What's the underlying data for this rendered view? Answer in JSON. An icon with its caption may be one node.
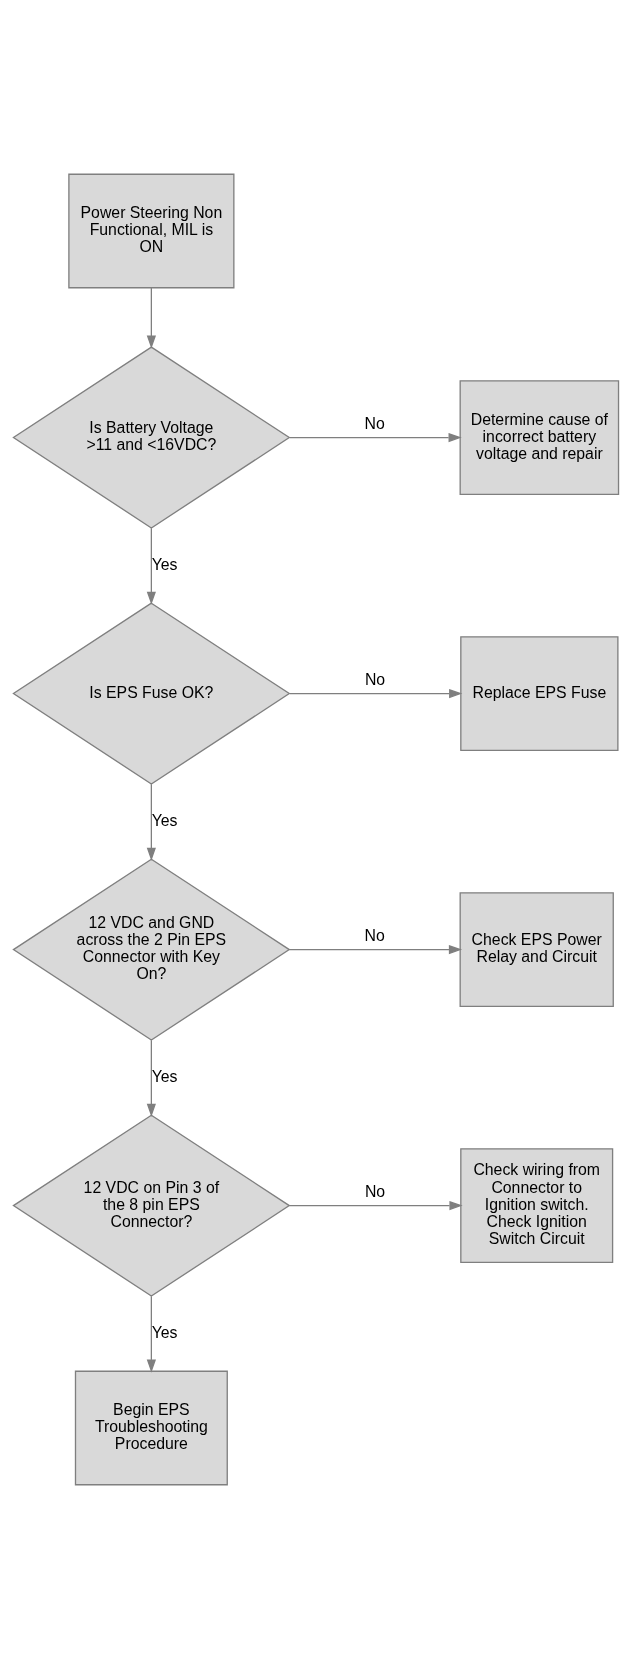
{
  "diagram": {
    "nodes": [
      {
        "text": [
          "Power Steering Non Functional, MIL is ON"
        ]
      },
      {
        "text": [
          "Is Battery Voltage >11 and <16VDC?"
        ]
      },
      {
        "text": [
          "Determine cause of incorrect battery voltage and repair"
        ]
      },
      {
        "text": [
          "Is EPS Fuse OK?"
        ]
      },
      {
        "text": [
          "Replace EPS Fuse"
        ]
      },
      {
        "text": [
          "12 VDC and GND across the 2 Pin EPS Connector with Key On?"
        ]
      },
      {
        "text": [
          "Check EPS Power Relay and Circuit"
        ]
      },
      {
        "text": [
          "12 VDC on Pin 3 of the 8 pin EPS Connector?"
        ]
      },
      {
        "text": [
          "Check wiring from Connector to Ignition switch. Check Ignition Switch Circuit"
        ]
      },
      {
        "text": [
          "Begin EPS Troubleshooting Procedure"
        ]
      }
    ],
    "edges": [
      {
        "from": 0,
        "to": 1,
        "arrow": "to"
      },
      {
        "from": 1,
        "to": 2,
        "arrow": "to",
        "label": "No"
      },
      {
        "from": 1,
        "to": 3,
        "arrow": "to",
        "label": "Yes"
      },
      {
        "from": 3,
        "to": 4,
        "arrow": "to",
        "label": "No"
      },
      {
        "from": 3,
        "to": 5,
        "arrow": "to",
        "label": "Yes"
      },
      {
        "from": 5,
        "to": 6,
        "arrow": "to",
        "label": "No"
      },
      {
        "from": 5,
        "to": 7,
        "arrow": "to",
        "label": "Yes"
      },
      {
        "from": 7,
        "to": 8,
        "arrow": "to",
        "label": "No"
      },
      {
        "from": 7,
        "to": 9,
        "arrow": "to",
        "label": "Yes"
      }
    ]
  }
}
